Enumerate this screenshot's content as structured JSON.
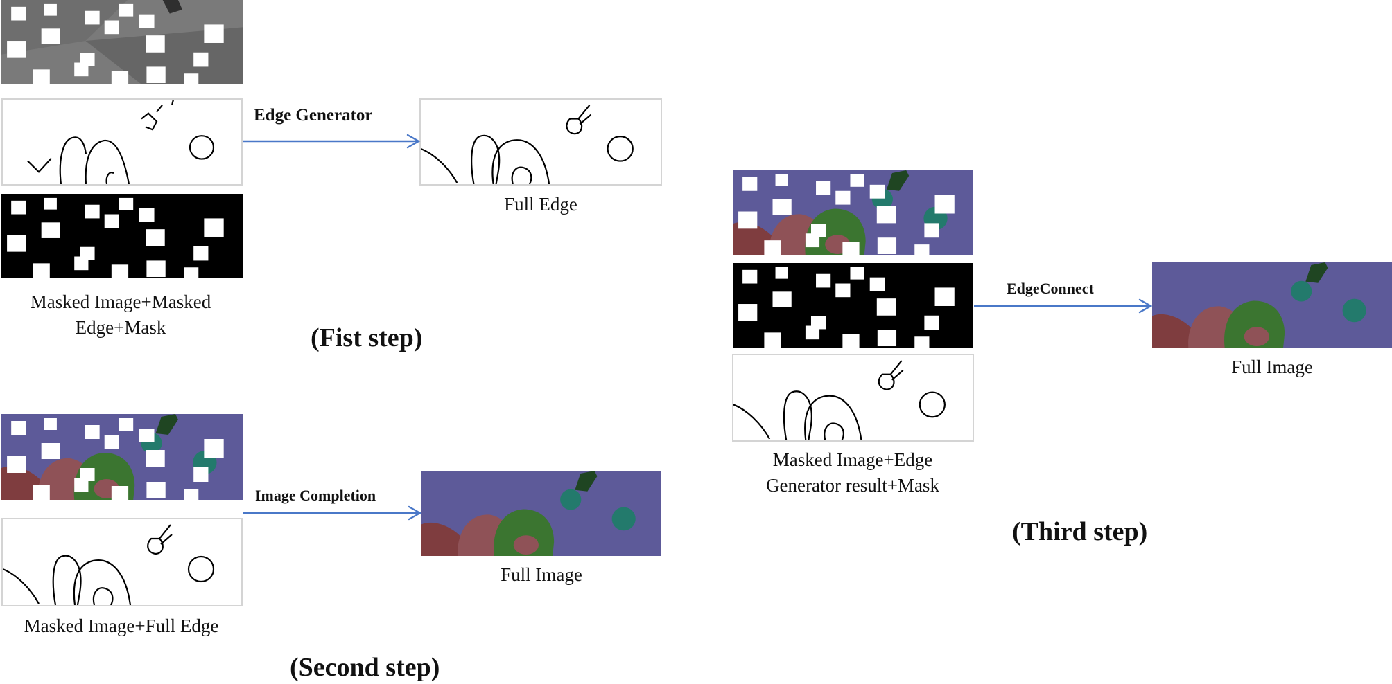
{
  "step1": {
    "input_caption": "Masked Image+Masked Edge+Mask",
    "arrow_label": "Edge Generator",
    "output_caption": "Full Edge",
    "title": "(Fist step)"
  },
  "step2": {
    "input_caption": "Masked Image+Full Edge",
    "arrow_label": "Image Completion",
    "output_caption": "Full Image",
    "title": "(Second step)"
  },
  "step3": {
    "input_caption": "Masked Image+Edge Generator result+Mask",
    "arrow_label": "EdgeConnect",
    "output_caption": "Full Image",
    "title": "(Third step)"
  },
  "colors": {
    "arrow": "#4a78c8",
    "background_purple": "#5d5a99",
    "blob_red": "#7f3d3f",
    "blob_rose": "#8f5257",
    "blob_green": "#3b7530",
    "blob_teal": "#237a6c",
    "blob_dark_green": "#1f4522",
    "grayscale_bg": "#6e6e6e",
    "mask_black": "#000000",
    "hole_white": "#ffffff"
  }
}
